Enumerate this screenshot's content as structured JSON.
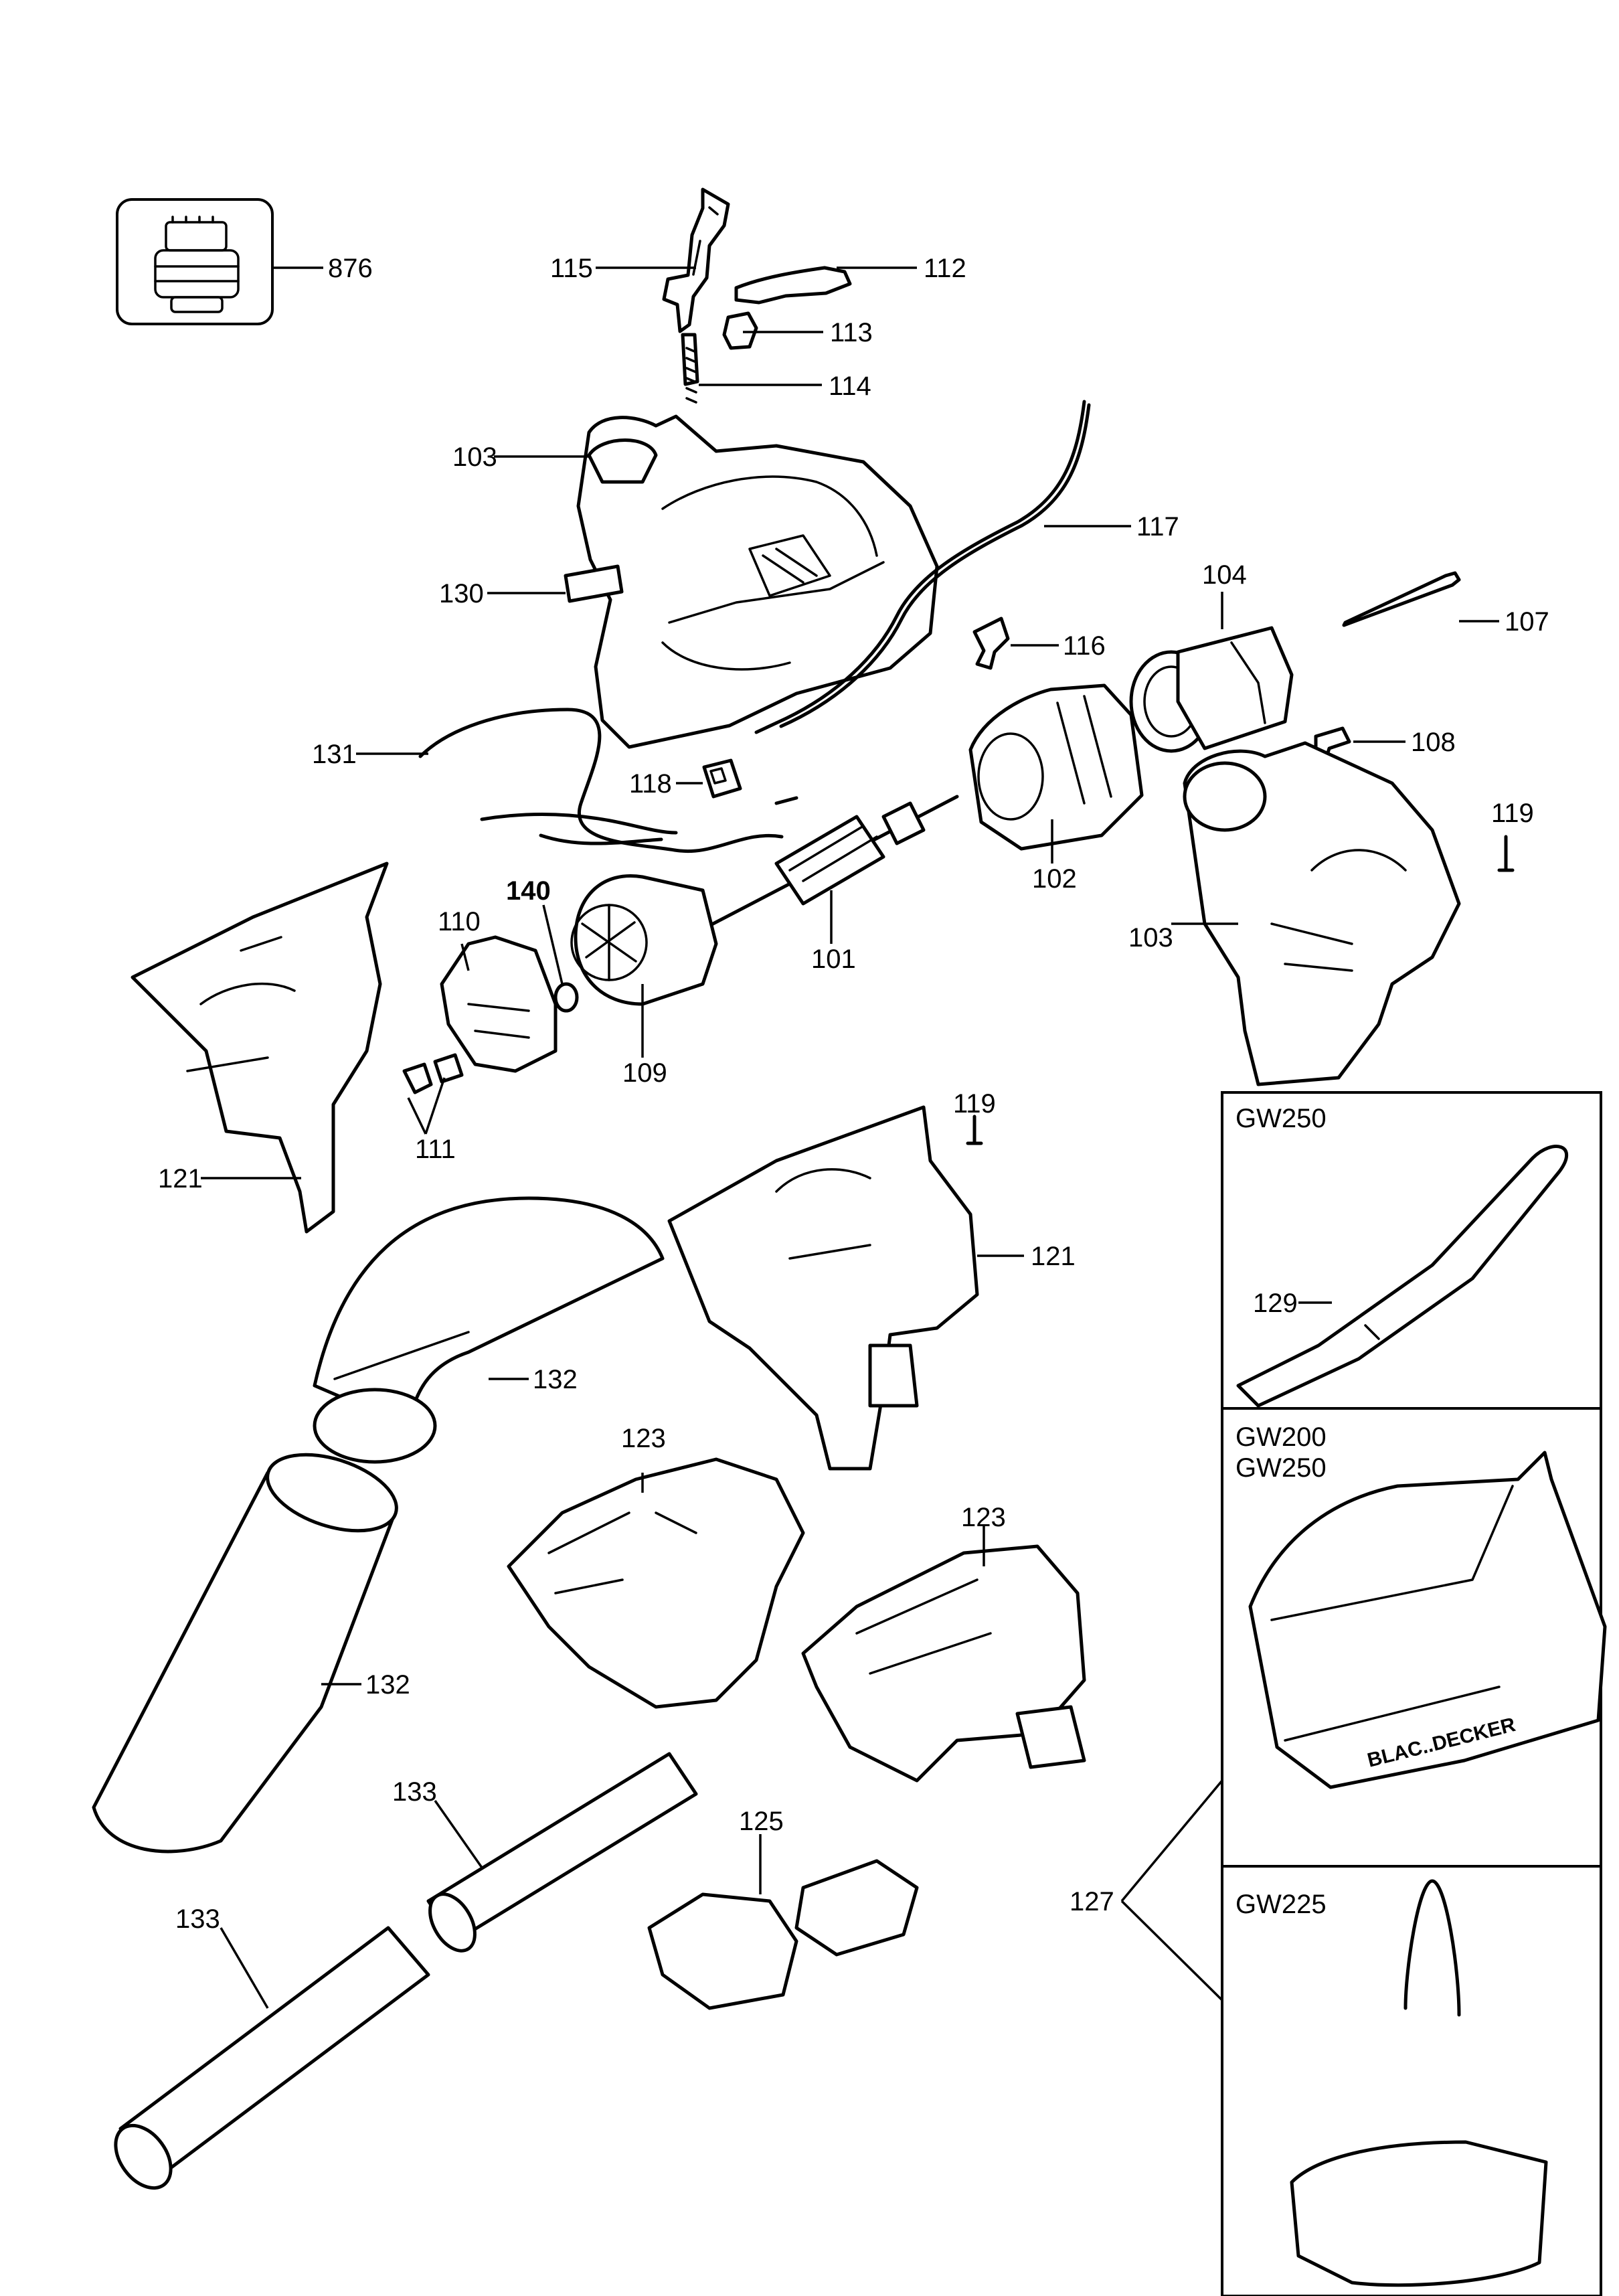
{
  "diagram": {
    "labels": {
      "p876": "876",
      "p115": "115",
      "p112": "112",
      "p113": "113",
      "p114": "114",
      "p103a": "103",
      "p117": "117",
      "p130": "130",
      "p104": "104",
      "p107": "107",
      "p116": "116",
      "p108": "108",
      "p131": "131",
      "p118": "118",
      "p102": "102",
      "p119a": "119",
      "p140": "140",
      "p110": "110",
      "p101": "101",
      "p103b": "103",
      "p109": "109",
      "p111": "111",
      "p121a": "121",
      "p119b": "119",
      "p121b": "121",
      "p132a": "132",
      "p123a": "123",
      "p123b": "123",
      "p132b": "132",
      "p133a": "133",
      "p125": "125",
      "p127": "127",
      "p133b": "133",
      "p129": "129"
    },
    "variant_boxes": {
      "gw250": "GW250",
      "gw200": "GW200",
      "gw250b": "GW250",
      "gw225": "GW225"
    },
    "bag_brand": "BLAC..DECKER"
  }
}
